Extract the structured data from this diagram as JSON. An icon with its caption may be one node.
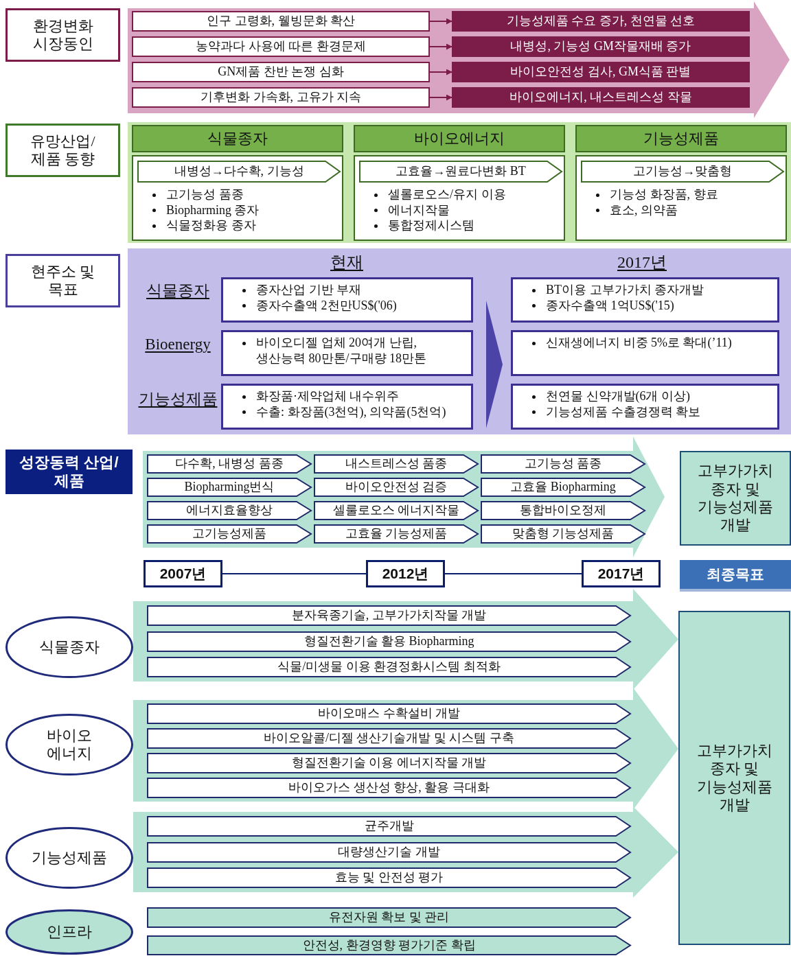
{
  "diagram": {
    "nodes": [
      {
        "text": [
          "환경변화 시장동인"
        ]
      },
      {
        "text": [],
        "shape": "arrow"
      },
      {
        "text": [
          "인구 고령화, 웰빙문화 확산"
        ],
        "in": 1
      },
      {
        "text": [
          "기능성제품 수요 증가, 천연물 선호"
        ],
        "in": 1
      },
      {
        "text": [
          "농약과다 사용에 따른 환경문제"
        ],
        "in": 1
      },
      {
        "text": [
          "내병성, 기능성 GM작물재배 증가"
        ],
        "in": 1
      },
      {
        "text": [
          "GN제품 찬반 논쟁 심화"
        ],
        "in": 1
      },
      {
        "text": [
          "바이오안전성 검사, GM식품 판별"
        ],
        "in": 1
      },
      {
        "text": [
          "기후변화 가속화, 고유가 지속"
        ],
        "in": 1
      },
      {
        "text": [
          "바이오에너지, 내스트레스성 작물"
        ],
        "in": 1
      },
      {
        "text": [
          "유망산업/ 제품 동향"
        ]
      },
      {
        "text": [
          "식물종자"
        ]
      },
      {
        "text": [
          "고기능성 품종",
          "Biopharming 종자",
          "식물정화용 종자"
        ]
      },
      {
        "text": [
          "내병성→다수확, 기능성"
        ],
        "in": 12
      },
      {
        "text": [
          "바이오에너지"
        ]
      },
      {
        "text": [
          "셀롤로오스/유지 이용",
          "에너지작물",
          "통합정제시스템"
        ]
      },
      {
        "text": [
          "고효율→원료다변화 BT"
        ],
        "in": 15
      },
      {
        "text": [
          "기능성제품"
        ]
      },
      {
        "text": [
          "기능성 화장품, 향료",
          "효소, 의약품"
        ]
      },
      {
        "text": [
          "고기능성→맞춤형"
        ],
        "in": 18
      },
      {
        "text": [
          "현주소 및 목표"
        ]
      },
      {
        "text": [
          "종자산업 기반 부재",
          "종자수출액 2천만US$('06)"
        ]
      },
      {
        "text": [
          "BT이용 고부가가치 종자개발",
          "종자수출액 1억US$('15)"
        ]
      },
      {
        "text": [
          "바이오디젤 업체 20여개 난립, 생산능력 80만톤/구매량 18만톤"
        ]
      },
      {
        "text": [
          "신재생에너지 비중 5%로 확대(’11)"
        ]
      },
      {
        "text": [
          "화장품·제약업체 내수위주",
          "수출: 화장품(3천억), 의약품(5천억)"
        ]
      },
      {
        "text": [
          "천연물 신약개발(6개 이상)",
          "기능성제품 수출경쟁력 확보"
        ]
      },
      {
        "text": [
          "성장동력 산업/제품"
        ]
      },
      {
        "text": [],
        "shape": "arrow"
      },
      {
        "text": [
          "다수확, 내병성 품종"
        ],
        "in": 28
      },
      {
        "text": [
          "내스트레스성 품종"
        ],
        "in": 28
      },
      {
        "text": [
          "고기능성 품종"
        ],
        "in": 28
      },
      {
        "text": [
          "Biopharming번식"
        ],
        "in": 28
      },
      {
        "text": [
          "바이오안전성 검증"
        ],
        "in": 28
      },
      {
        "text": [
          "고효율 Biopharming"
        ],
        "in": 28
      },
      {
        "text": [
          "에너지효율향상"
        ],
        "in": 28
      },
      {
        "text": [
          "셀룰로오스 에너지작물"
        ],
        "in": 28
      },
      {
        "text": [
          "통합바이오정제"
        ],
        "in": 28
      },
      {
        "text": [
          "고기능성제품"
        ],
        "in": 28
      },
      {
        "text": [
          "고효율 기능성제품"
        ],
        "in": 28
      },
      {
        "text": [
          "맞춤형 기능성제품"
        ],
        "in": 28
      },
      {
        "text": [
          "고부가가치 종자 및 기능성제품 개발"
        ]
      },
      {
        "text": [
          "2007년"
        ]
      },
      {
        "text": [
          "2012년"
        ]
      },
      {
        "text": [
          "2017년"
        ]
      },
      {
        "text": [
          "최종목표"
        ]
      },
      {
        "text": [
          "식물종자"
        ]
      },
      {
        "text": [
          "분자육종기술, 고부가가치작물 개발"
        ]
      },
      {
        "text": [
          "형질전환기술 활용 Biopharming"
        ]
      },
      {
        "text": [
          "식물/미생물 이용 환경정화시스템 최적화"
        ]
      },
      {
        "text": [
          "바이오 에너지"
        ]
      },
      {
        "text": [
          "바이오매스 수확설비 개발"
        ]
      },
      {
        "text": [
          "바이오알콜/디젤 생산기술개발 및 시스템 구축"
        ]
      },
      {
        "text": [
          "형질전환기술 이용 에너지작물 개발"
        ]
      },
      {
        "text": [
          "바이오가스 생산성 향상, 활용 극대화"
        ]
      },
      {
        "text": [
          "기능성제품"
        ]
      },
      {
        "text": [
          "균주개발"
        ]
      },
      {
        "text": [
          "대량생산기술 개발"
        ]
      },
      {
        "text": [
          "효능 및 안전성 평가"
        ]
      },
      {
        "text": [
          "인프라"
        ]
      },
      {
        "text": [
          "유전자원 확보 및 관리"
        ]
      },
      {
        "text": [
          "안전성, 환경영향 평가기준 확립"
        ]
      },
      {
        "text": [
          "고부가가치 종자 및 기능성제품 개발"
        ]
      }
    ],
    "edges": [
      {
        "from": 2,
        "to": 3,
        "arrow": "to"
      },
      {
        "from": 4,
        "to": 5,
        "arrow": "to"
      },
      {
        "from": 6,
        "to": 7,
        "arrow": "to"
      },
      {
        "from": 8,
        "to": 9,
        "arrow": "to"
      },
      {
        "from": 42,
        "to": 43,
        "arrow": "none",
        "color": "#0a1f6b"
      },
      {
        "from": 43,
        "to": 44,
        "arrow": "none",
        "color": "#0a1f6b"
      },
      {
        "from": 46,
        "to": 62,
        "arrow": "to",
        "style": "thick",
        "color": "#b5e2d3"
      },
      {
        "from": 50,
        "to": 62,
        "arrow": "to",
        "style": "thick",
        "color": "#b5e2d3"
      },
      {
        "from": 55,
        "to": 62,
        "arrow": "to",
        "style": "thick",
        "color": "#b5e2d3"
      }
    ],
    "labels": [
      "현재",
      "2017년",
      "식물종자",
      "Bioenergy",
      "기능성제품"
    ]
  }
}
